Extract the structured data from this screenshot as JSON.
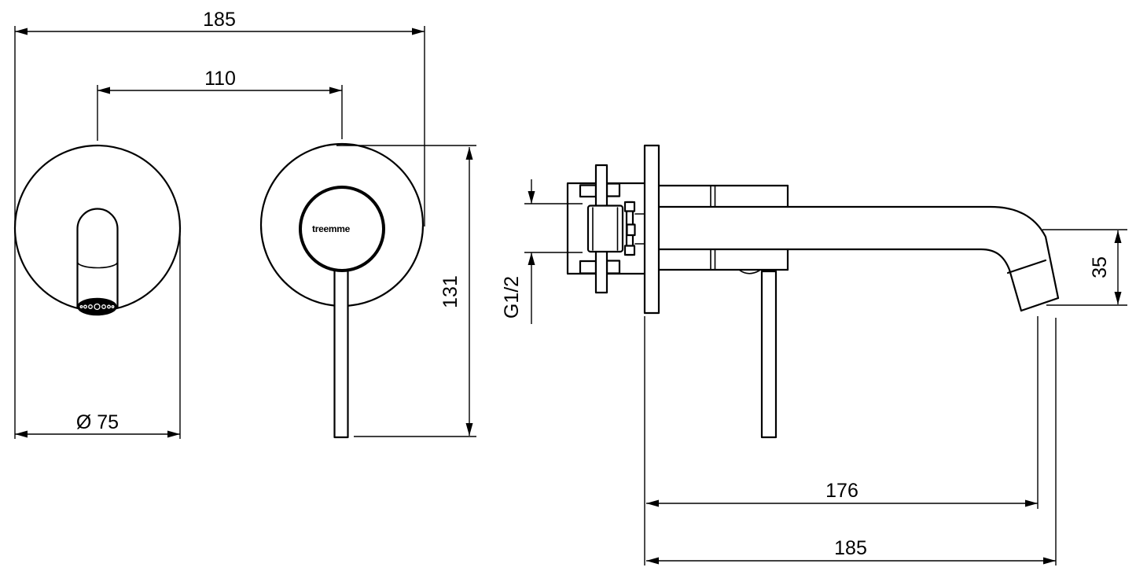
{
  "page": {
    "background": "#ffffff",
    "line_color": "#000000"
  },
  "front_view": {
    "dim_total_width": "185",
    "dim_hole_spacing": "110",
    "dim_escutcheon_diameter": "Ø 75",
    "dim_height_to_handle_end": "131",
    "logo_text": "treemme"
  },
  "side_view": {
    "dim_inlet_thread": "G1/2",
    "dim_spout_end_drop": "35",
    "dim_spout_reach": "176",
    "dim_total_depth": "185"
  }
}
